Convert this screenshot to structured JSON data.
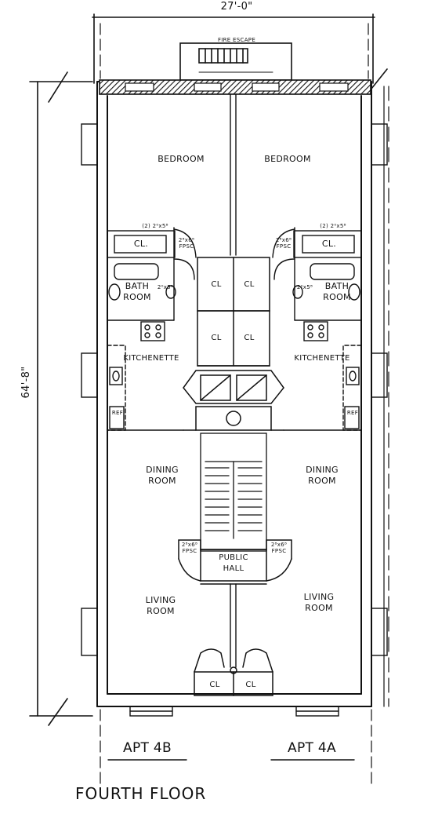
{
  "dimensions": {
    "width": "27'-0\"",
    "length": "64'-8\""
  },
  "labels": {
    "fire_escape": "FIRE ESCAPE",
    "bedroom": "BEDROOM",
    "closet": "CL.",
    "closet_small": "CL",
    "bath_room": "BATH\nROOM",
    "kitchenette": "KITCHENETTE",
    "ref": "REF",
    "dining_room": "DINING\nROOM",
    "living_room": "LIVING\nROOM",
    "public_hall": "PUBLIC\nHALL",
    "window_note": "(2) 2⁰x5⁸",
    "window_note_bath": "2⁰x5⁸",
    "door_note": "2⁸x6⁸\nFPSC"
  },
  "apartments": {
    "left": "APT 4B",
    "right": "APT 4A"
  },
  "floor_title": "FOURTH FLOOR"
}
